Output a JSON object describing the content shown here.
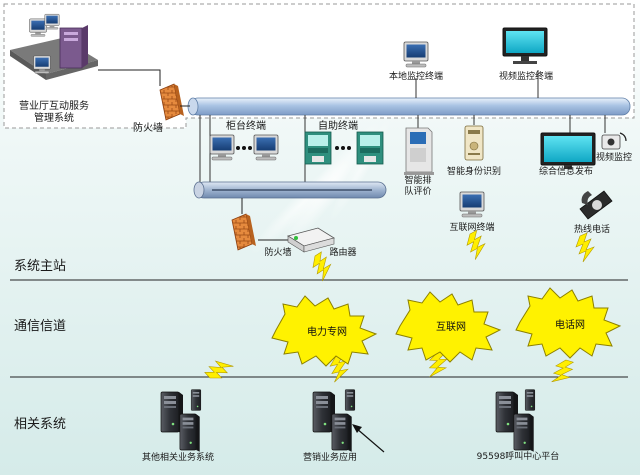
{
  "colors": {
    "background_top": "#ffffff",
    "background_bottom": "#d7ecea",
    "bus": "#9db9dc",
    "cloud": "#fff200",
    "lightning": "#ffea00",
    "firewall": "#e07a2e",
    "screen": "#18c2d8"
  },
  "top_zone": {
    "label_line1": "营业厅互动服务",
    "label_line2": "管理系统"
  },
  "devices": {
    "firewall_top": "防火墙",
    "local_monitor": "本地监控终端",
    "video_monitor_terminal": "视频监控终端",
    "counter_terminal": "柜台终端",
    "self_service_terminal": "自助终端",
    "queue_line1": "智能排",
    "queue_line2": "队评价",
    "id_recognition": "智能身份识别",
    "info_release": "综合信息发布",
    "video_monitor": "视频监控",
    "internet_terminal": "互联网终端",
    "hotline": "热线电话",
    "firewall_bottom": "防火墙",
    "router": "路由器"
  },
  "layers": {
    "master": "系统主站",
    "channel": "通信信道",
    "related": "相关系统"
  },
  "clouds": {
    "power": "电力专网",
    "internet": "互联网",
    "telephone": "电话网"
  },
  "servers": {
    "other": "其他相关业务系统",
    "marketing": "营销业务应用",
    "call_center": "95598呼叫中心平台"
  },
  "icons": {
    "server": "server-tower-icon",
    "pc": "desktop-computer-icon",
    "monitor": "lcd-monitor-icon",
    "camera": "camera-icon",
    "telephone": "telephone-icon",
    "firewall": "brick-firewall-icon",
    "router": "router-icon",
    "kiosk": "kiosk-icon",
    "cloud": "network-cloud-icon",
    "lightning": "lightning-bolt-icon"
  }
}
